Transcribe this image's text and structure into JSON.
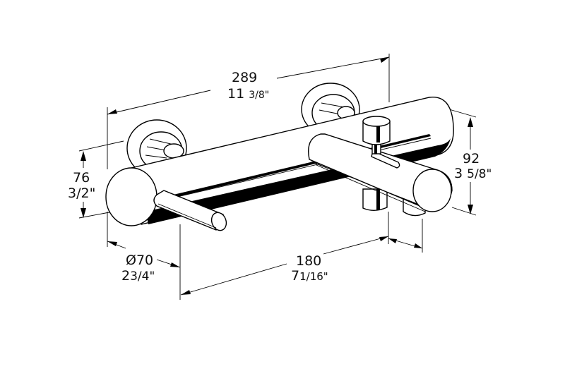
{
  "diagram": {
    "subject": "wall-mounted bath mixer with spout and diverter",
    "line_color": "#000000",
    "background": "#ffffff"
  },
  "dimensions": {
    "overall_width": {
      "mm": "289",
      "inch_whole": "11",
      "inch_frac": "3/8\""
    },
    "body_height": {
      "mm": "76",
      "inch_whole": "",
      "inch_frac": "3/2\""
    },
    "spout_height": {
      "mm": "92",
      "inch_whole": "3",
      "inch_frac": "5/8\""
    },
    "body_diameter": {
      "mm": "Ø70",
      "inch_whole": "2",
      "inch_frac": "3/4\""
    },
    "spout_projection": {
      "mm": "180",
      "inch_whole": "7",
      "inch_frac": "1/16\""
    }
  }
}
